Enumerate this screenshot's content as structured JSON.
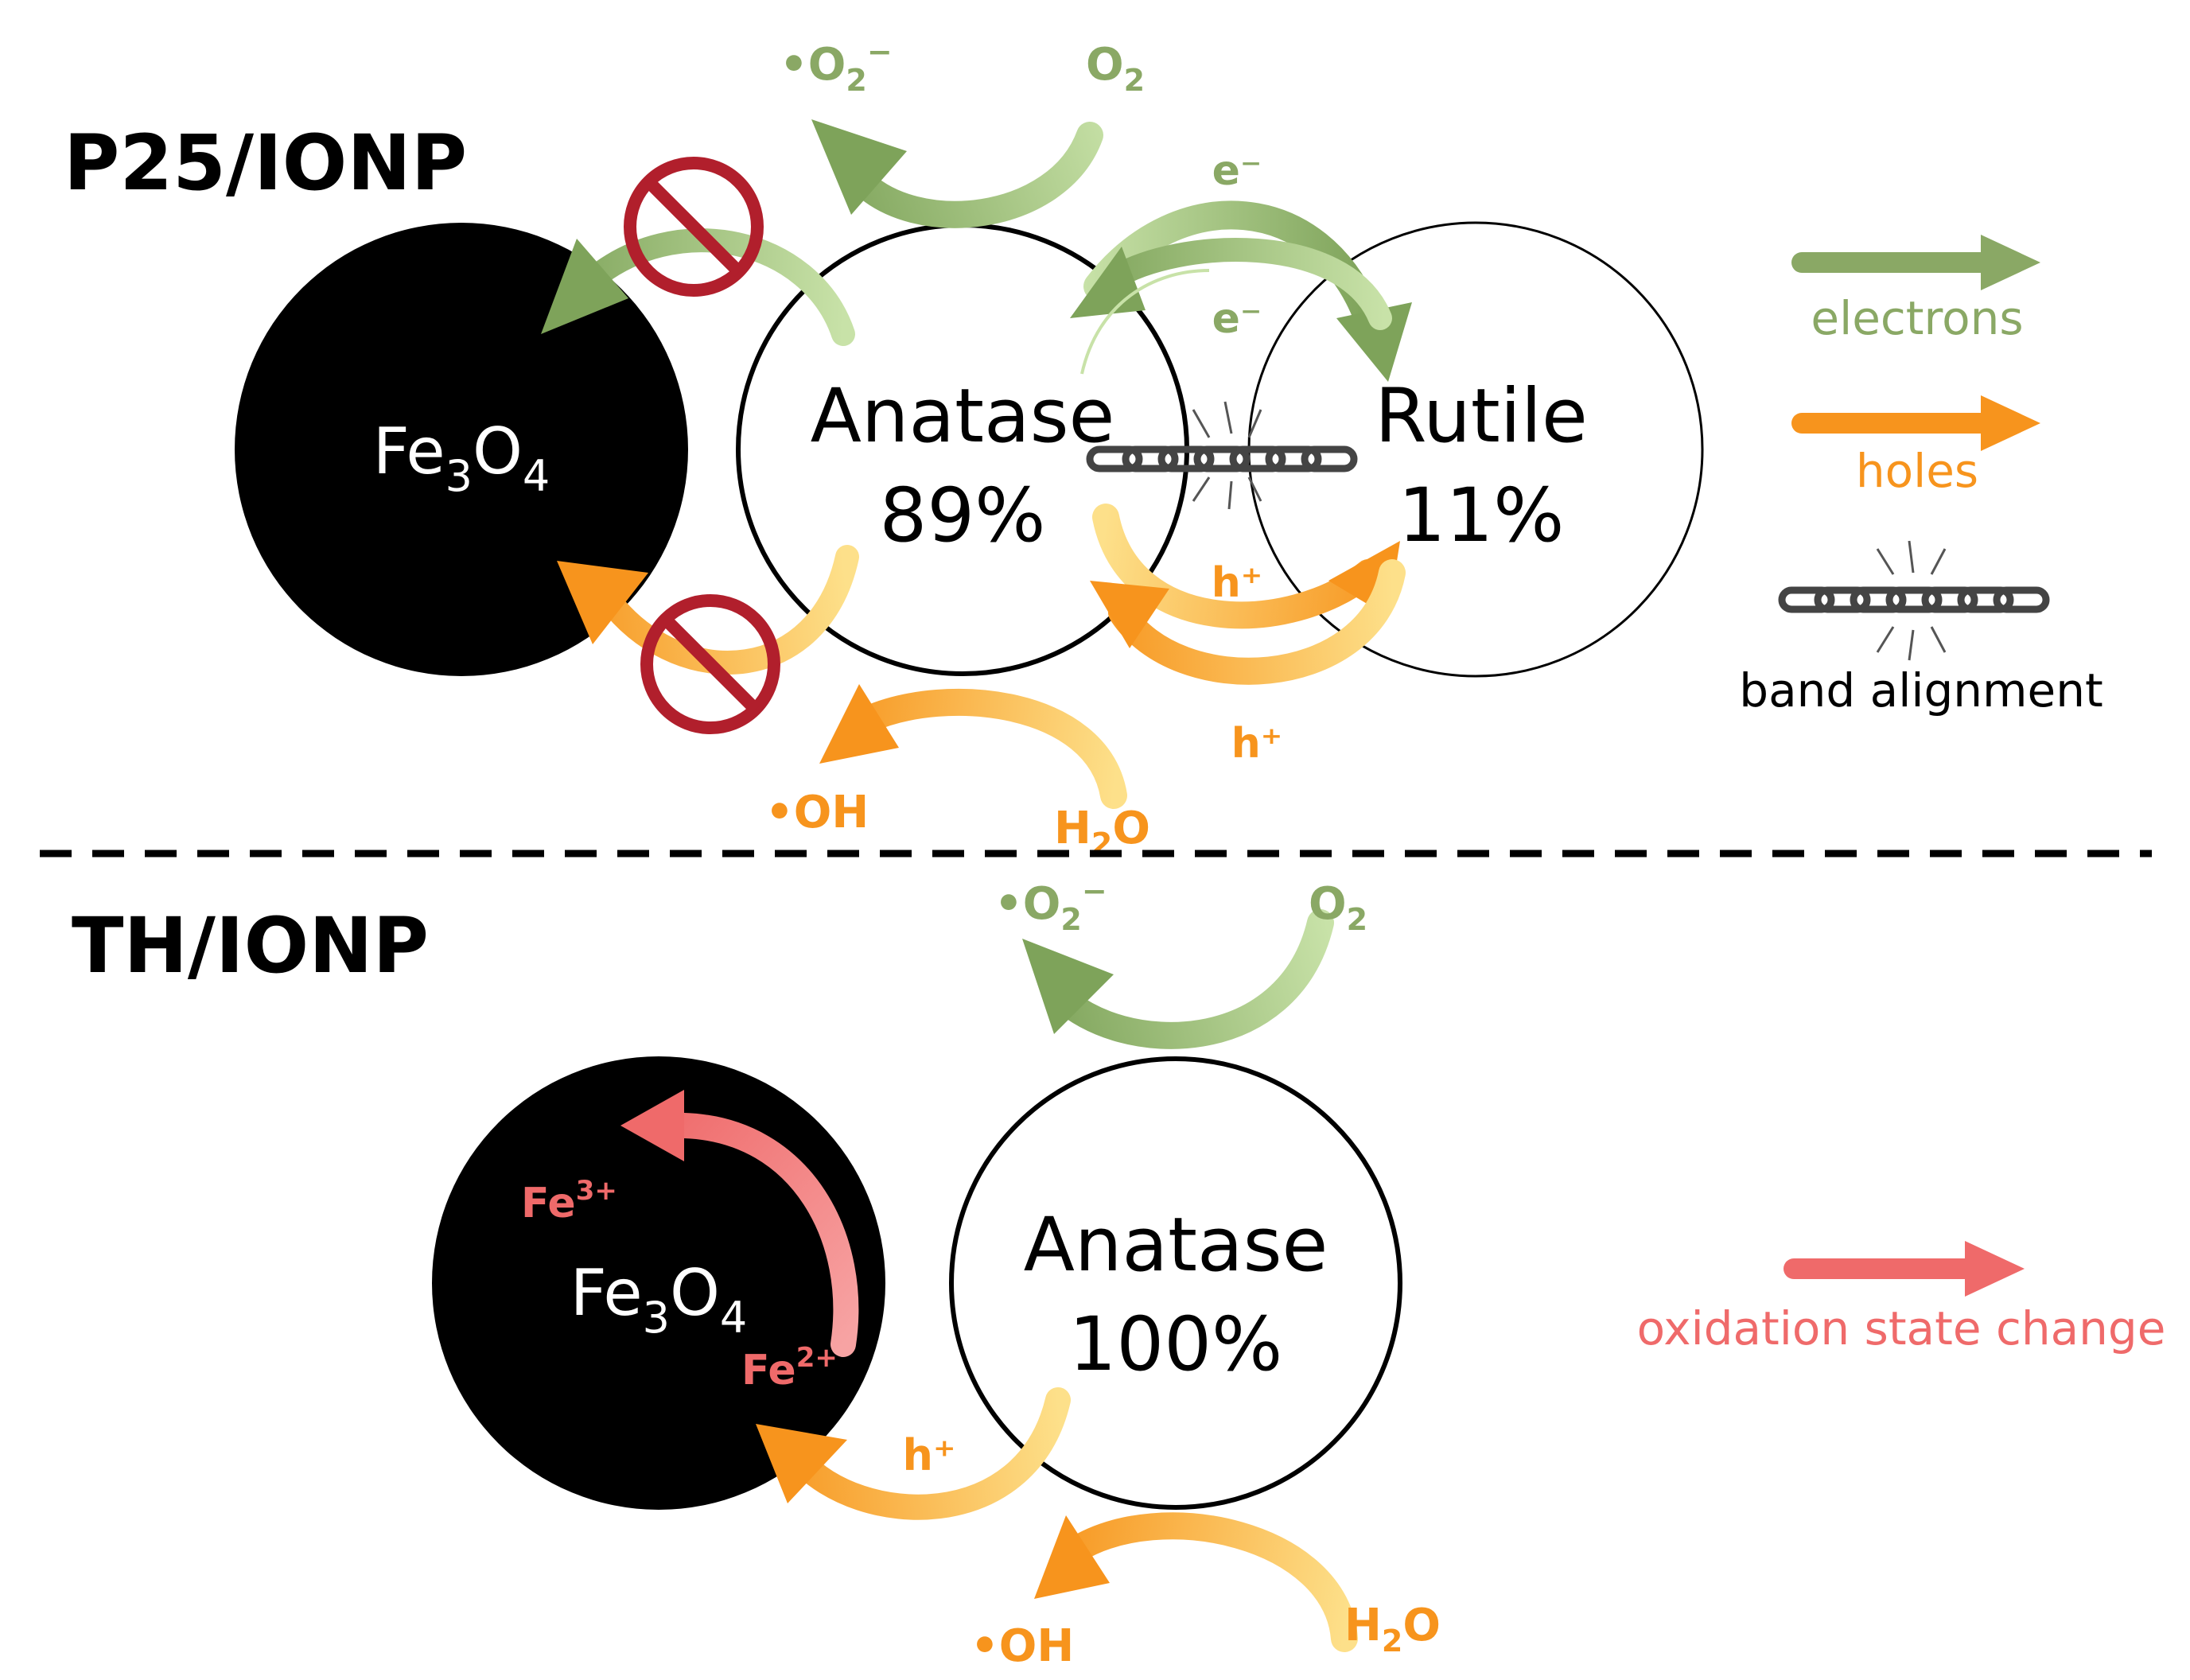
{
  "colors": {
    "electron": "#8aa865",
    "electron_light": "#bfd9a0",
    "hole": "#f7941d",
    "hole_light": "#fccb6e",
    "oxidation": "#ef6a6a",
    "forbidden": "#b11f2c",
    "black": "#000000"
  },
  "top": {
    "title": "P25/IONP",
    "fe3o4": {
      "base": "Fe",
      "sub1": "3",
      "mid": "O",
      "sub2": "4"
    },
    "anatase": {
      "name": "Anatase",
      "percent": "89%"
    },
    "rutile": {
      "name": "Rutile",
      "percent": "11%"
    },
    "superoxide": {
      "dot": "•",
      "base": "O",
      "sub": "2",
      "sup": "−"
    },
    "oxygen": {
      "base": "O",
      "sub": "2"
    },
    "electron_label_1": "e⁻",
    "electron_label_2": "e⁻",
    "hole_label_1": "h⁺",
    "hole_label_2": "h⁺",
    "hydroxyl": "•OH",
    "water": {
      "base": "H",
      "sub": "2",
      "end": "O"
    }
  },
  "bottom": {
    "title": "TH/IONP",
    "fe3o4": {
      "base": "Fe",
      "sub1": "3",
      "mid": "O",
      "sub2": "4"
    },
    "anatase": {
      "name": "Anatase",
      "percent": "100%"
    },
    "superoxide": {
      "dot": "•",
      "base": "O",
      "sub": "2",
      "sup": "−"
    },
    "oxygen": {
      "base": "O",
      "sub": "2"
    },
    "fe3plus": {
      "base": "Fe",
      "sup": "3+"
    },
    "fe2plus": {
      "base": "Fe",
      "sup": "2+"
    },
    "hole_label": "h⁺",
    "hydroxyl": "•OH",
    "water": {
      "base": "H",
      "sub": "2",
      "end": "O"
    }
  },
  "legend": {
    "electrons": "electrons",
    "holes": "holes",
    "band_alignment": "band alignment",
    "oxidation": "oxidation state change"
  }
}
